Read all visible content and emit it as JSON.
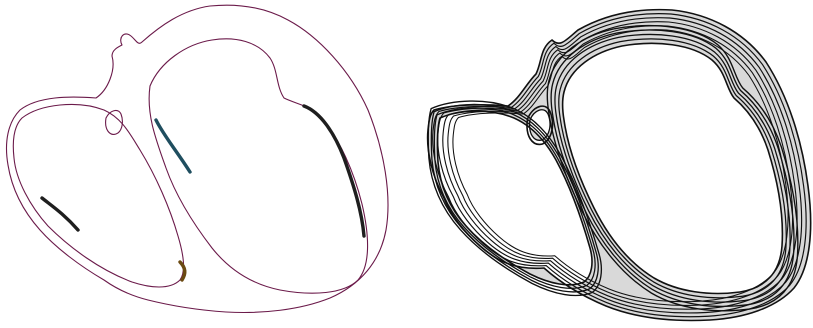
{
  "panels": [
    {
      "id": "outline-panel",
      "style": "single-contour",
      "colors": {
        "contour": "#6b1a4a",
        "marker_dark": "#1e1e1e",
        "marker_teal": "#1f4e5f",
        "marker_brown": "#6b4a12"
      }
    },
    {
      "id": "layered-panel",
      "style": "nested-contour-bands",
      "colors": {
        "band_fill": "#d9d9d9",
        "contour": "#111111",
        "cavity": "#ffffff"
      }
    }
  ]
}
